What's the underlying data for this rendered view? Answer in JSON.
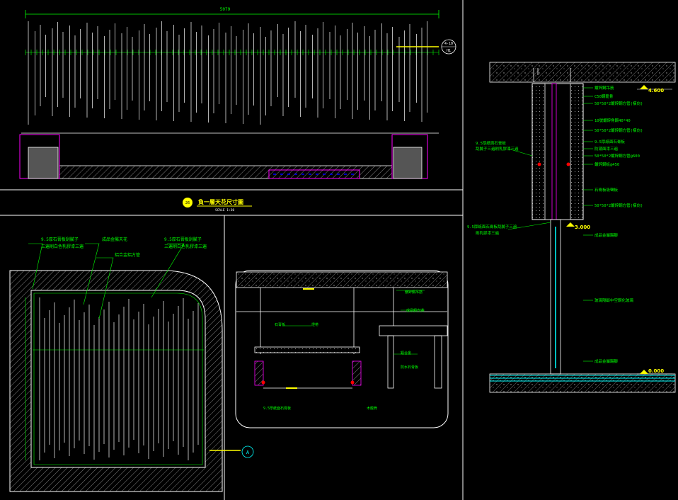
{
  "title": {
    "number": "26",
    "text": "負一層天花尺寸圖",
    "scale": "SCALE   1:30"
  },
  "plan": {
    "overall_dim": "5079",
    "section_tag": "4-10",
    "section_sub": "H1"
  },
  "levels": {
    "ceiling": "4.600",
    "mid": "3.000",
    "floor": "0.000"
  },
  "right_notes": [
    "鍍鋅鋼吊筋",
    "C50鋼龍骨",
    "50*50*2鍍鋅鋼方管(橫向)",
    "10號鍍鋅角鋼40*40",
    "50*50*2鍍鋅鋼方管(橫向)",
    "9.5厚紙面石膏板",
    "防潮面漆三遍",
    "50*50*2鍍鋅鋼方管@600",
    "鍍鋅鋼板@450",
    "石膏板吸聲板",
    "50*50*2鍍鋅鋼方管(橫向)",
    "成品金屬踢腳",
    "玻璃隔斷中空鋼化玻璃",
    "成品金屬踢腳"
  ],
  "right_left_notes": [
    "9.5厚紙面石膏板",
    "刮膩子三遍刷乳膠漆三遍",
    "9.5厚紙面石膏板刮膩子三遍",
    "刷乳膠漆三遍"
  ],
  "lower_left": {
    "notes": [
      "9.5厚石膏板刮膩子",
      "三遍刷白色乳膠漆三遍",
      "成品金屬天花",
      "鋁合金鋁方管",
      "9.5厚石膏板刮膩子",
      "三遍刷白色乳膠漆三遍"
    ],
    "marker": "A"
  },
  "detail": {
    "notes": [
      "鍍鋅鋼吊筋",
      "成品鋁方通",
      "石膏板",
      "燈帶",
      "鋁合金",
      "防水石膏板",
      "木龍骨",
      "9.5厚紙面石膏板"
    ]
  }
}
